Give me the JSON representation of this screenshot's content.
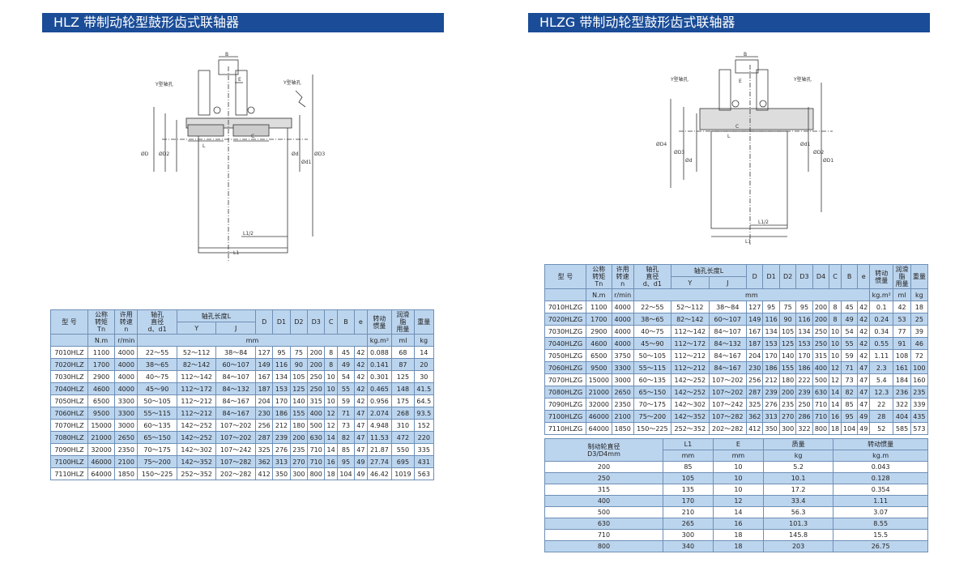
{
  "left": {
    "title": "HLZ 带制动轮型鼓形齿式联轴器",
    "drawing_labels": {
      "b": "B",
      "e": "E",
      "y1": "Y型轴孔",
      "y2": "Y型轴孔",
      "c": "C",
      "l": "L",
      "l1": "L1",
      "l1_2": "L1/2",
      "d": "ØD",
      "d2": "ØD2",
      "d3": "ØD3",
      "dd": "Ød",
      "d1": "Ød1"
    },
    "header": {
      "model": "型 号",
      "torque": "公称\n转矩\nTn",
      "speed": "许用\n转速\nn",
      "bore": "轴孔\n直径\nd、d1",
      "length": "轴孔长度L",
      "y": "Y",
      "j": "J",
      "D": "D",
      "D1": "D1",
      "D2": "D2",
      "D3": "D3",
      "C": "C",
      "B": "B",
      "e": "e",
      "inertia": "转动\n惯量",
      "lube": "润滑\n脂\n用量",
      "weight": "重量",
      "u_torque": "N.m",
      "u_speed": "r/min",
      "u_mm": "mm",
      "u_inertia": "kg.m²",
      "u_lube": "ml",
      "u_weight": "kg"
    },
    "rows": [
      [
        "7010HLZ",
        "1100",
        "4000",
        "22～55",
        "52～112",
        "38～84",
        "127",
        "95",
        "75",
        "200",
        "8",
        "45",
        "42",
        "0.088",
        "68",
        "14"
      ],
      [
        "7020HLZ",
        "1700",
        "4000",
        "38～65",
        "82～142",
        "60～107",
        "149",
        "116",
        "90",
        "200",
        "8",
        "49",
        "42",
        "0.141",
        "87",
        "20"
      ],
      [
        "7030HLZ",
        "2900",
        "4000",
        "40～75",
        "112～142",
        "84～107",
        "167",
        "134",
        "105",
        "250",
        "10",
        "54",
        "42",
        "0.301",
        "125",
        "30"
      ],
      [
        "7040HLZ",
        "4600",
        "4000",
        "45～90",
        "112～172",
        "84～132",
        "187",
        "153",
        "125",
        "250",
        "10",
        "55",
        "42",
        "0.465",
        "148",
        "41.5"
      ],
      [
        "7050HLZ",
        "6500",
        "3300",
        "50～105",
        "112～212",
        "84～167",
        "204",
        "170",
        "140",
        "315",
        "10",
        "59",
        "42",
        "0.956",
        "175",
        "64.5"
      ],
      [
        "7060HLZ",
        "9500",
        "3300",
        "55～115",
        "112～212",
        "84～167",
        "230",
        "186",
        "155",
        "400",
        "12",
        "71",
        "47",
        "2.074",
        "268",
        "93.5"
      ],
      [
        "7070HLZ",
        "15000",
        "3000",
        "60～135",
        "142～252",
        "107～202",
        "256",
        "212",
        "180",
        "500",
        "12",
        "73",
        "47",
        "4.948",
        "310",
        "152"
      ],
      [
        "7080HLZ",
        "21000",
        "2650",
        "65～150",
        "142～252",
        "107～202",
        "287",
        "239",
        "200",
        "630",
        "14",
        "82",
        "47",
        "11.53",
        "472",
        "220"
      ],
      [
        "7090HLZ",
        "32000",
        "2350",
        "70～175",
        "142～302",
        "107～242",
        "325",
        "276",
        "235",
        "710",
        "14",
        "85",
        "47",
        "21.87",
        "550",
        "335"
      ],
      [
        "7100HLZ",
        "46000",
        "2100",
        "75～200",
        "142～352",
        "107～282",
        "362",
        "313",
        "270",
        "710",
        "16",
        "95",
        "49",
        "27.74",
        "695",
        "431"
      ],
      [
        "7110HLZ",
        "64000",
        "1850",
        "150～225",
        "252～352",
        "202～282",
        "412",
        "350",
        "300",
        "800",
        "18",
        "104",
        "49",
        "46.42",
        "1019",
        "563"
      ]
    ]
  },
  "right": {
    "title": "HLZG 带制动轮型鼓形齿式联轴器",
    "drawing_labels": {
      "b": "B",
      "e": "E",
      "y1": "Y型轴孔",
      "y2": "Y型轴孔",
      "c": "C",
      "l": "L",
      "l1": "L1",
      "l1_2": "L1/2",
      "d4": "ØD4",
      "d3": "ØD3",
      "dd": "Ød",
      "d1": "Ød1",
      "d2": "ØD2",
      "d": "ØD1"
    },
    "header": {
      "model": "型 号",
      "torque": "公称\n转矩\nTn",
      "speed": "许用\n转速\nn",
      "bore": "轴孔\n直径\nd、d1",
      "length": "轴孔长度L",
      "y": "Y",
      "j": "J",
      "D": "D",
      "D1": "D1",
      "D2": "D2",
      "D3": "D3",
      "D4": "D4",
      "C": "C",
      "B": "B",
      "e": "e",
      "inertia": "转动\n惯量",
      "lube": "润滑\n脂\n用量",
      "weight": "重量",
      "u_torque": "N.m",
      "u_speed": "r/min",
      "u_mm": "mm",
      "u_inertia": "kg.m²",
      "u_lube": "ml",
      "u_weight": "kg"
    },
    "rows": [
      [
        "7010HLZG",
        "1100",
        "4000",
        "22～55",
        "52～112",
        "38～84",
        "127",
        "95",
        "75",
        "95",
        "200",
        "8",
        "45",
        "42",
        "0.1",
        "42",
        "18"
      ],
      [
        "7020HLZG",
        "1700",
        "4000",
        "38～65",
        "82～142",
        "60～107",
        "149",
        "116",
        "90",
        "116",
        "200",
        "8",
        "49",
        "42",
        "0.24",
        "53",
        "25"
      ],
      [
        "7030HLZG",
        "2900",
        "4000",
        "40～75",
        "112～142",
        "84～107",
        "167",
        "134",
        "105",
        "134",
        "250",
        "10",
        "54",
        "42",
        "0.34",
        "77",
        "39"
      ],
      [
        "7040HLZG",
        "4600",
        "4000",
        "45～90",
        "112～172",
        "84～132",
        "187",
        "153",
        "125",
        "153",
        "250",
        "10",
        "55",
        "42",
        "0.55",
        "91",
        "46"
      ],
      [
        "7050HLZG",
        "6500",
        "3750",
        "50～105",
        "112～212",
        "84～167",
        "204",
        "170",
        "140",
        "170",
        "315",
        "10",
        "59",
        "42",
        "1.11",
        "108",
        "72"
      ],
      [
        "7060HLZG",
        "9500",
        "3300",
        "55～115",
        "112～212",
        "84～167",
        "230",
        "186",
        "155",
        "186",
        "400",
        "12",
        "71",
        "47",
        "2.3",
        "161",
        "100"
      ],
      [
        "7070HLZG",
        "15000",
        "3000",
        "60～135",
        "142～252",
        "107～202",
        "256",
        "212",
        "180",
        "222",
        "500",
        "12",
        "73",
        "47",
        "5.4",
        "184",
        "160"
      ],
      [
        "7080HLZG",
        "21000",
        "2650",
        "65～150",
        "142～252",
        "107～202",
        "287",
        "239",
        "200",
        "239",
        "630",
        "14",
        "82",
        "47",
        "12.3",
        "236",
        "235"
      ],
      [
        "7090HLZG",
        "32000",
        "2350",
        "70～175",
        "142～302",
        "107～242",
        "325",
        "276",
        "235",
        "250",
        "710",
        "14",
        "85",
        "47",
        "22",
        "322",
        "339"
      ],
      [
        "7100HLZG",
        "46000",
        "2100",
        "75～200",
        "142～352",
        "107～282",
        "362",
        "313",
        "270",
        "286",
        "710",
        "16",
        "95",
        "49",
        "28",
        "404",
        "435"
      ],
      [
        "7110HLZG",
        "64000",
        "1850",
        "150～225",
        "252～352",
        "202～282",
        "412",
        "350",
        "300",
        "322",
        "800",
        "18",
        "104",
        "49",
        "52",
        "585",
        "573"
      ]
    ],
    "wheel": {
      "header": {
        "dia": "制动轮直径\nD3/D4mm",
        "l1": "L1",
        "e": "E",
        "mass": "质量",
        "inertia": "转动惯量",
        "u_l1": "mm",
        "u_e": "mm",
        "u_mass": "kg",
        "u_inertia": "kg.m"
      },
      "rows": [
        [
          "200",
          "85",
          "10",
          "5.2",
          "0.043"
        ],
        [
          "250",
          "105",
          "10",
          "10.1",
          "0.128"
        ],
        [
          "315",
          "135",
          "10",
          "17.2",
          "0.354"
        ],
        [
          "400",
          "170",
          "12",
          "33.4",
          "1.11"
        ],
        [
          "500",
          "210",
          "14",
          "56.3",
          "3.07"
        ],
        [
          "630",
          "265",
          "16",
          "101.3",
          "8.55"
        ],
        [
          "710",
          "300",
          "18",
          "145.8",
          "15.5"
        ],
        [
          "800",
          "340",
          "18",
          "203",
          "26.75"
        ]
      ]
    }
  }
}
